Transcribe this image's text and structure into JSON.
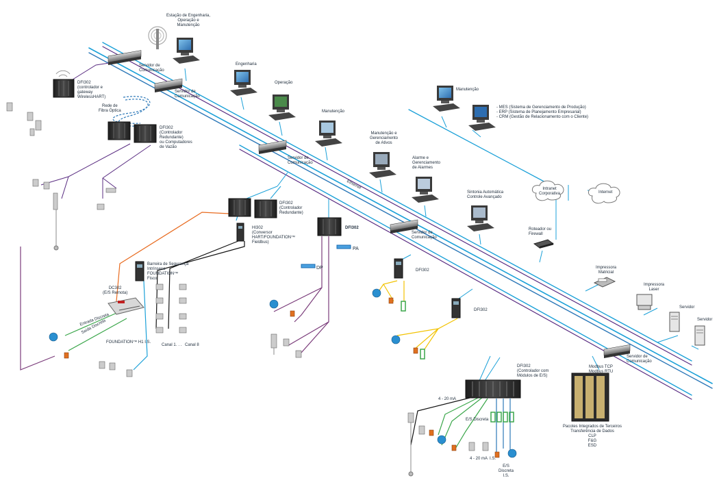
{
  "colors": {
    "ethernet": "#1aa0d8",
    "ethernet_dark": "#2c78b8",
    "hse": "#5a2d82",
    "fieldbus": "#7a3b7a",
    "hart_orange": "#e86a1e",
    "black_bus": "#111111",
    "profibus_yellow": "#f2c200",
    "discrete_green": "#3aa64a",
    "valve_orange": "#e07020",
    "motor_blue": "#2a8fd0",
    "panel_dark": "#2b2b2b"
  },
  "labels": {
    "eng_station": "Estação de Engenharia,\nOperação e\nManutenção",
    "comm_server_1": "Servidor de\nComunicação",
    "comm_server_2": "Servidor de\nComunicação",
    "comm_server_3": "Servidor de\nComunicação",
    "comm_server_4": "Servidor de\nComunicação",
    "comm_server_5": "Servidor de\nComunicação",
    "engenharia": "Engenharia",
    "operacao": "Operação",
    "manutencao_1": "Manutenção",
    "manutencao_2": "Manutenção",
    "asset_mgmt": "Manutenção e\nGerenciamento\nde Ativos",
    "alarm_mgmt": "Alarme e\nGerenciamento\nde Alarmes",
    "auto_tuning": "Sintonia Automática\nControle Avançado",
    "dfi_wireless": "DFI302\n(controlador e\ngateway\nWirelessHART)",
    "fiber": "Rede de\nFibra Óptica",
    "dfi_redundant_flow": "DFI302\n(Controlador\nRedundante)\nou Computadores\nde Vazão",
    "dfi_redundant": "DFI302\n(Controlador\nRedundante)",
    "hi302": "HI302\n(Conversor\nHART/FOUNDATION™\nFieldbus)",
    "dfi302_a": "DFI302",
    "dfi302_b": "DFI302",
    "dfi302_c": "DFI302",
    "dfi302_io": "DFI302\n(Controlador com\nMódulos de E/S)",
    "dp": "DP",
    "pa": "PA",
    "ethernet": "Ethernet",
    "barrier": "Barreira de Segurança\nIntrínseca\nFOUNDATION™\nFisco",
    "dc302": "DC302\n(E/S Remota)",
    "entrada_discreta": "Entrada Discreta",
    "saida_discreta": "Saída Discreta",
    "h1is": "FOUNDATION™ H1 I.S.",
    "canal_1": "Canal 1",
    "dots": ". . .",
    "canal_8": "Canal 8",
    "enterprise": "- MES (Sistema de Gerenciamento de Produção)\n- ERP (Sistema de Planejamento Empresarial)\n- CRM (Gestão de Relacionamento com o Cliente)",
    "intranet": "Intranet\nCorporativa",
    "internet": "Internet",
    "router": "Roteador ou\nFirewall",
    "printer_matrix": "Impressora\nMatricial",
    "printer_laser": "Impressora\nLaser",
    "server_1": "Servidor",
    "server_2": "Servidor",
    "modbus": "Modbus TCP\nModbus RTU",
    "third_party": "Pacotes Integrados de Terceiros\nTransferência de Dados\nCLP\nF&G\nESD",
    "four_20": "4 - 20 mA",
    "es_discreta": "E/S Discreta",
    "four_20_is": "4 - 20 mA  I.S.",
    "es_discreta_is": "E/S\nDiscreta\nI.S."
  }
}
